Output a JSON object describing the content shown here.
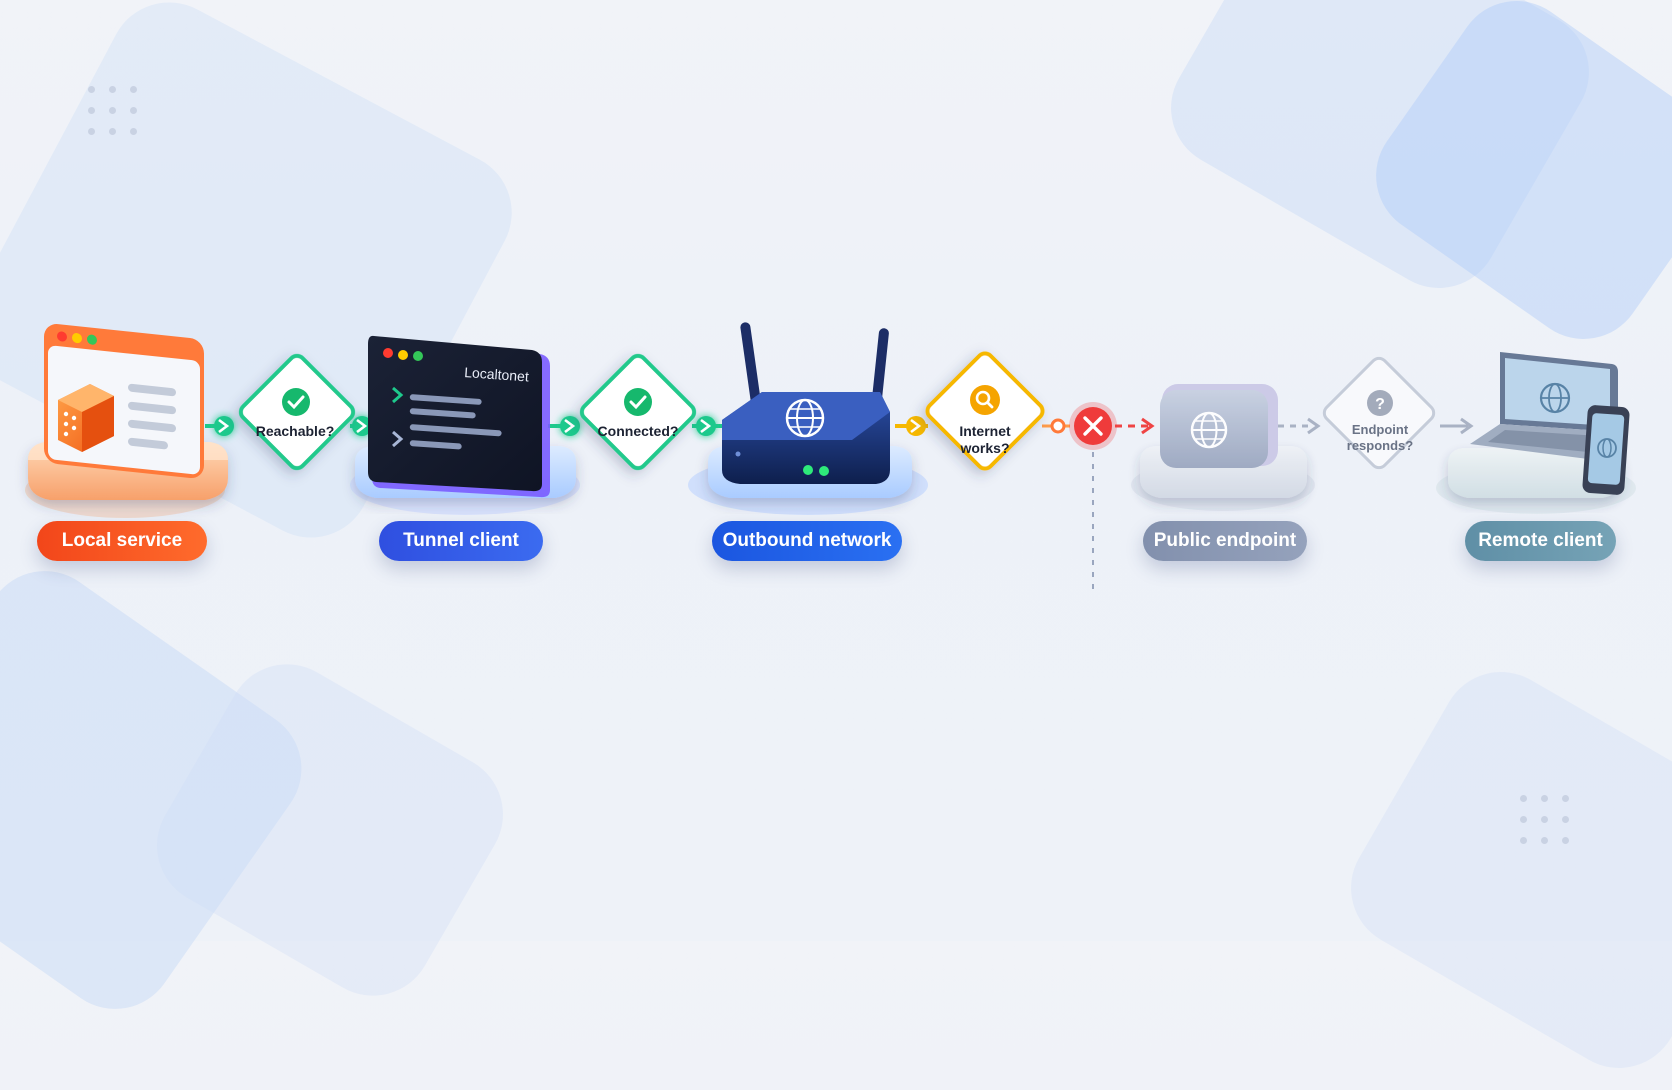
{
  "nodes": {
    "local_service": {
      "label": "Local service",
      "color": "#f0521c"
    },
    "tunnel_client": {
      "label": "Tunnel client",
      "window_title": "Localtonet",
      "color": "#2f58e0"
    },
    "outbound_network": {
      "label": "Outbound network",
      "color": "#1f63e6"
    },
    "public_endpoint": {
      "label": "Public endpoint",
      "color": "#8a97b3"
    },
    "remote_client": {
      "label": "Remote client",
      "color": "#6b98ad"
    }
  },
  "checks": {
    "reachable": {
      "label": "Reachable?",
      "status": "pass"
    },
    "connected": {
      "label": "Connected?",
      "status": "pass"
    },
    "internet": {
      "line1": "Internet",
      "line2": "works?",
      "status": "checking"
    },
    "endpoint": {
      "line1": "Endpoint",
      "line2": "responds?",
      "status": "unknown"
    }
  },
  "failure": {
    "icon": "x-circle-icon",
    "color": "#ef3b3b"
  }
}
